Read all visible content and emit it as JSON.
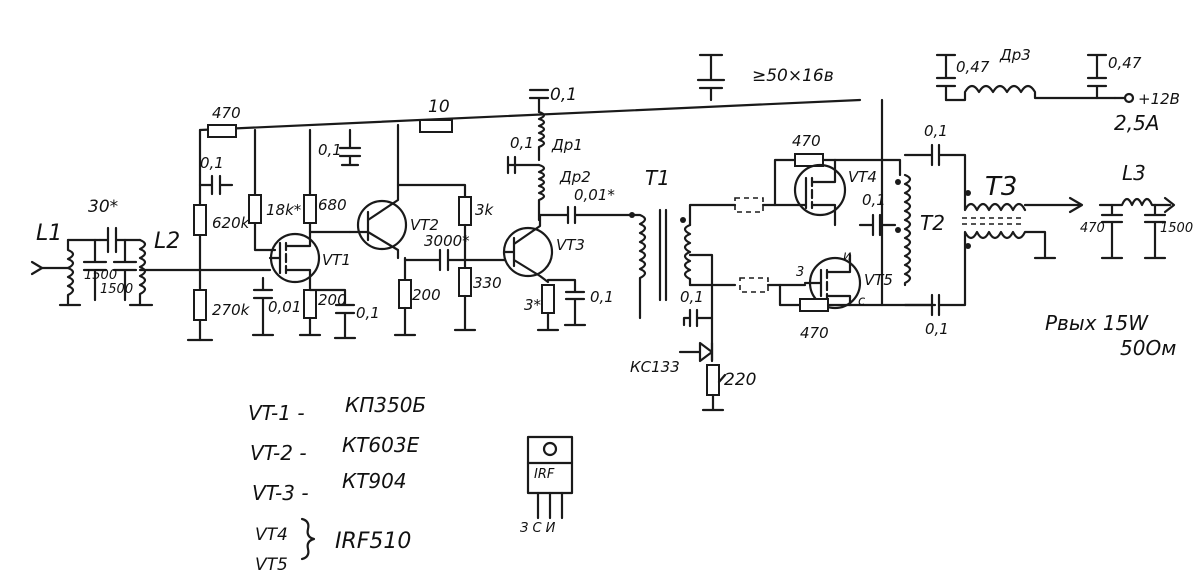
{
  "labels": {
    "l1": "L1",
    "c_30": "30*",
    "l2": "L2",
    "c_1500a": "1500",
    "c_1500b": "1500",
    "r_470_top": "470",
    "c_01_gate": "0,1",
    "r_620k": "620k",
    "r_270k": "270k",
    "r_18k": "18k*",
    "r_680": "680",
    "vt1": "VT1",
    "c_001": "0,01",
    "r_200_s": "200",
    "c_01_s": "0,1",
    "c_01_mid": "0,1",
    "vt2": "VT2",
    "r_200_e": "200",
    "r_3k": "3k",
    "c_3000": "3000*",
    "r_330": "330",
    "r_10": "10",
    "vt3": "VT3",
    "r_3_e": "3*",
    "c_01_e": "0,1",
    "c_01_top": "0,1",
    "c_01_dr1": "0,1",
    "dr1": "Др1",
    "dr2": "Др2",
    "c_001_t1": "0,01*",
    "t1": "T1",
    "cap_50x16": "≥50×16в",
    "c_047a": "0,47",
    "dr3": "Др3",
    "c_047b": "0,47",
    "supply": "+12В",
    "current": "2,5А",
    "r_470_vt4": "470",
    "vt4": "VT4",
    "c_01_vt4": "0,1",
    "c_01_t2": "0,1",
    "t2": "T2",
    "t3": "T3",
    "l3": "L3",
    "c_470_out": "470",
    "c_1500_out": "1500",
    "vt5": "VT5",
    "pin_3": "3",
    "pin_i": "и",
    "pin_c": "с",
    "r_470_vt5": "470",
    "c_01_bot": "0,1",
    "c_01_bias": "0,1",
    "zener": "КС133",
    "r_220": "220",
    "power_out": "Pвых 15W",
    "impedance": "50Ом"
  },
  "legend": [
    {
      "name": "VT-1 -",
      "part": "КП350Б"
    },
    {
      "name": "VT-2 -",
      "part": "КТ603Е"
    },
    {
      "name": "VT-3 -",
      "part": "КТ904"
    }
  ],
  "legend_group": {
    "names": [
      "VT4",
      "VT5"
    ],
    "part": "IRF510"
  },
  "package": {
    "marking": "IRF",
    "pins": "З  С  И"
  }
}
